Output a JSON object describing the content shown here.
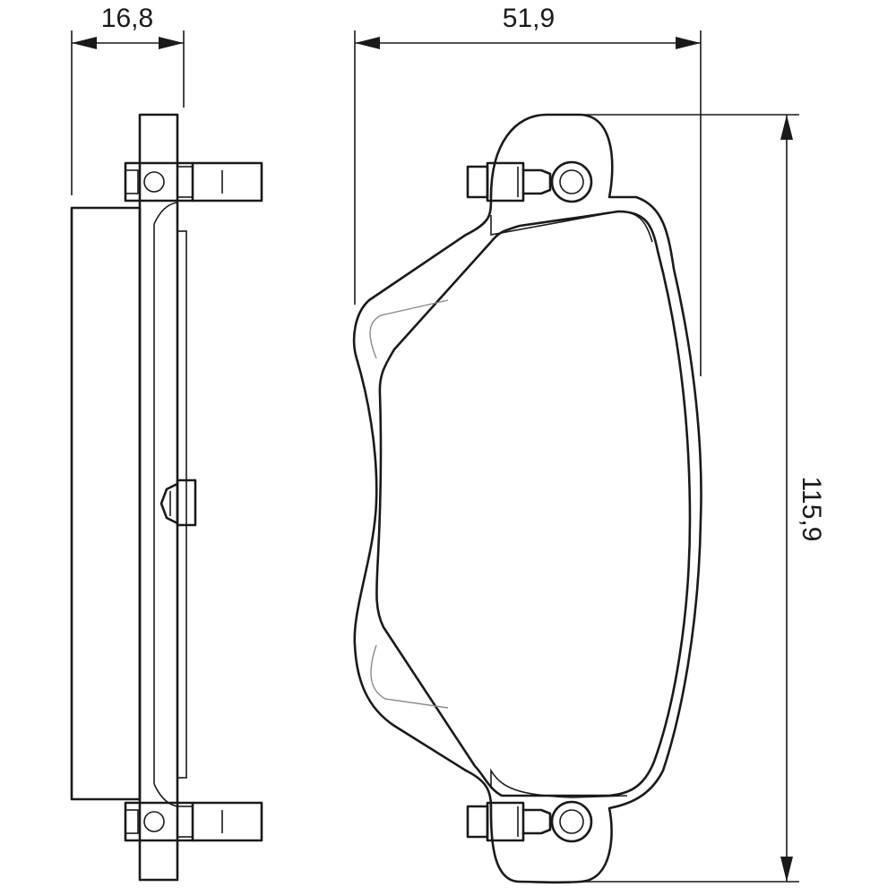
{
  "dimensions": {
    "thickness": "16,8",
    "width": "51,9",
    "length": "115,9"
  }
}
